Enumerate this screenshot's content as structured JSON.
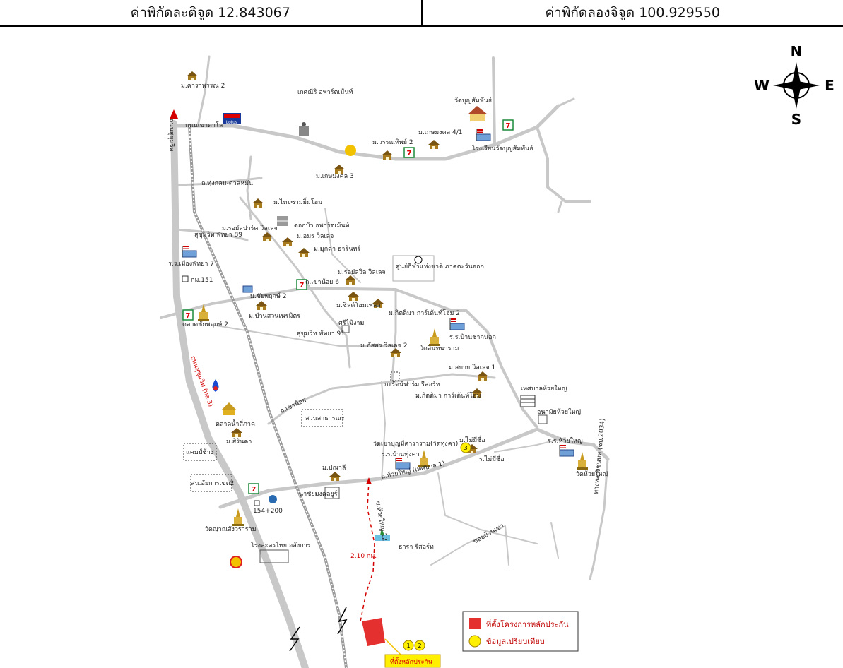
{
  "header": {
    "latitude": "ค่าพิกัดละติจูด 12.843067",
    "longitude": "ค่าพิกัดลองจิจูด 100.929550"
  },
  "compass": {
    "n": "N",
    "s": "S",
    "e": "E",
    "w": "W"
  },
  "labels": {
    "m_kanpanya2": "ม.คาราพรรณ 2",
    "kaset_apartment": "เกศณีริ อพาร์ตเม้นท์",
    "wat_bunsamphan": "วัดบุญสัมพันธ์",
    "road_tha_nan": "ถนนเขาตาโล",
    "m_wannathip2": "ม.วรรณทิพย์ 2",
    "m_kasemmongkol41": "ม.เกษมงคล 4/1",
    "school_bunsamphan": "โรงเรียนวัดบุญสัมพันธ์",
    "m_kasemmongkol3": "ม.เกษมงคล 3",
    "road_thungklom": "ถ.ทุ่งกลม-ตาลหมัน",
    "m_thaisamyim": "ม.ไทยซามยิ้มโฮม",
    "m_royal_ville": "ม.รอยัลปาร์ค วิลเลจ",
    "dokbua_apartment": "ดอกบัว อพาร์ตเม้นท์",
    "m_amorn_ville": "ม.อมร วิลเลจ",
    "sukhumvit89": "สุขุมวิท พัทยา 89",
    "m_mukda": "ม.มุกดา ธารินทร์",
    "school_mueang_pattaya7": "ร.ร.เมืองพัทยา 7",
    "km151": "กม.151",
    "sports_center": "ศูนย์กีฬาแห่งชาติ ภาคตะวันออก",
    "m_roychai": "ม.รอยัลวิล วิลเลจ",
    "m_chaiyaphruek2": "ม.ชัยพฤกษ์ 2",
    "road_chaimongkol": "ถ.เขาน้อย 6",
    "m_silk_home": "ม.ซิลค์โฮมเพลส",
    "m_kittima_garden2": "ม.กิตติมา การ์เด้นท์โฮม 2",
    "m_ban_suan": "ม.บ้านสวนเนรมิตร",
    "market_chaiyaphruek2": "ตลาดชัยพฤกษ์ 2",
    "sri_nai_ngam": "ศรีไม้งาม",
    "school_ban_chak_nok": "ร.ร.บ้านชากนอก",
    "sukhumvit91": "สุขุมวิท พัทยา 91",
    "m_pattra_ville2": "ม.ภัสสร วิลเลจ 2",
    "wat_intha": "วัดอินทนาราม",
    "road_sukhumvit_red": "ถนนสุขุมวิท (ทล.3)",
    "m_sabai_ville": "ม.สบาย วิลเลจ 1",
    "ramma_resort": "กะรัตน์ฟาร์ม รีสอร์ท",
    "m_kittima_garden": "ม.กิตติมา การ์เด้นท์โฮม",
    "municipality_huaiyai": "เทศบาลห้วยใหญ่",
    "health_huaiyai": "อนามัยห้วยใหญ่",
    "road_khao_noi": "ถ.เขาน้อย",
    "floating_market": "ตลาดน้ำสี่ภาค",
    "suan_satharana": "สวนสาธารณะ",
    "m_siriwan": "ม.สิรินคา",
    "elephant_camp": "แคมป์ช้าง",
    "wat_thung_kha": "วัดเขาบุญมีศาราราม(วัดทุ่งคา)",
    "m_maiyue": "ม.ไม่มีชื่อ",
    "school_ban_thung_kha": "ร.ร.บ้านทุ่งคา",
    "school_huaiyai": "ร.ร.ห้วยใหญ่",
    "m_punlee": "ม.ปณาลี",
    "road_huaiyai": "ถ.ห้วยใหญ่ (เทศบาล 1)",
    "wat_huaiyai": "วัดห้วยใหญ่",
    "police_bhet2": "สน.อัยการเขต2",
    "road_mai_mee": "ร.ไม่มีชื่อ",
    "nam_chaiyo": "น่าชัยมงคลยูร์",
    "km154": "154+200",
    "road_soi12": "ซ.ห้วยใหญ่ 12",
    "road_2034": "ทางหลวงชนบท (ชบ.2034)",
    "wat_yansang": "วัดญาณสังวราราม",
    "tara_resort": "ธารา รีสอร์ท",
    "soi_ban_khao": "ซอยบ้านเขา",
    "distance": "2.10 กม.",
    "theater": "โรงละครไทย อลังการ",
    "road_sukhumvit_top": "ถนนสุขุมวิท",
    "project_site": "ที่ตั้งหลักประกัน",
    "lotus": "Lotus"
  },
  "markers": {
    "m1": "1",
    "m2": "2",
    "m3": "3"
  },
  "legend": {
    "project_location": "ที่ตั้งโครงการหลักประกัน",
    "comparable_data": "ข้อมูลเปรียบเทียบ"
  },
  "colors": {
    "road": "#c8c8c8",
    "rail": "#9a9a9a",
    "house": "#a87a1e",
    "house_roof": "#7a5512",
    "project": "#e53030",
    "marker": "#ffef00",
    "label_box": "#ffef00",
    "legend_text": "#c00000"
  }
}
